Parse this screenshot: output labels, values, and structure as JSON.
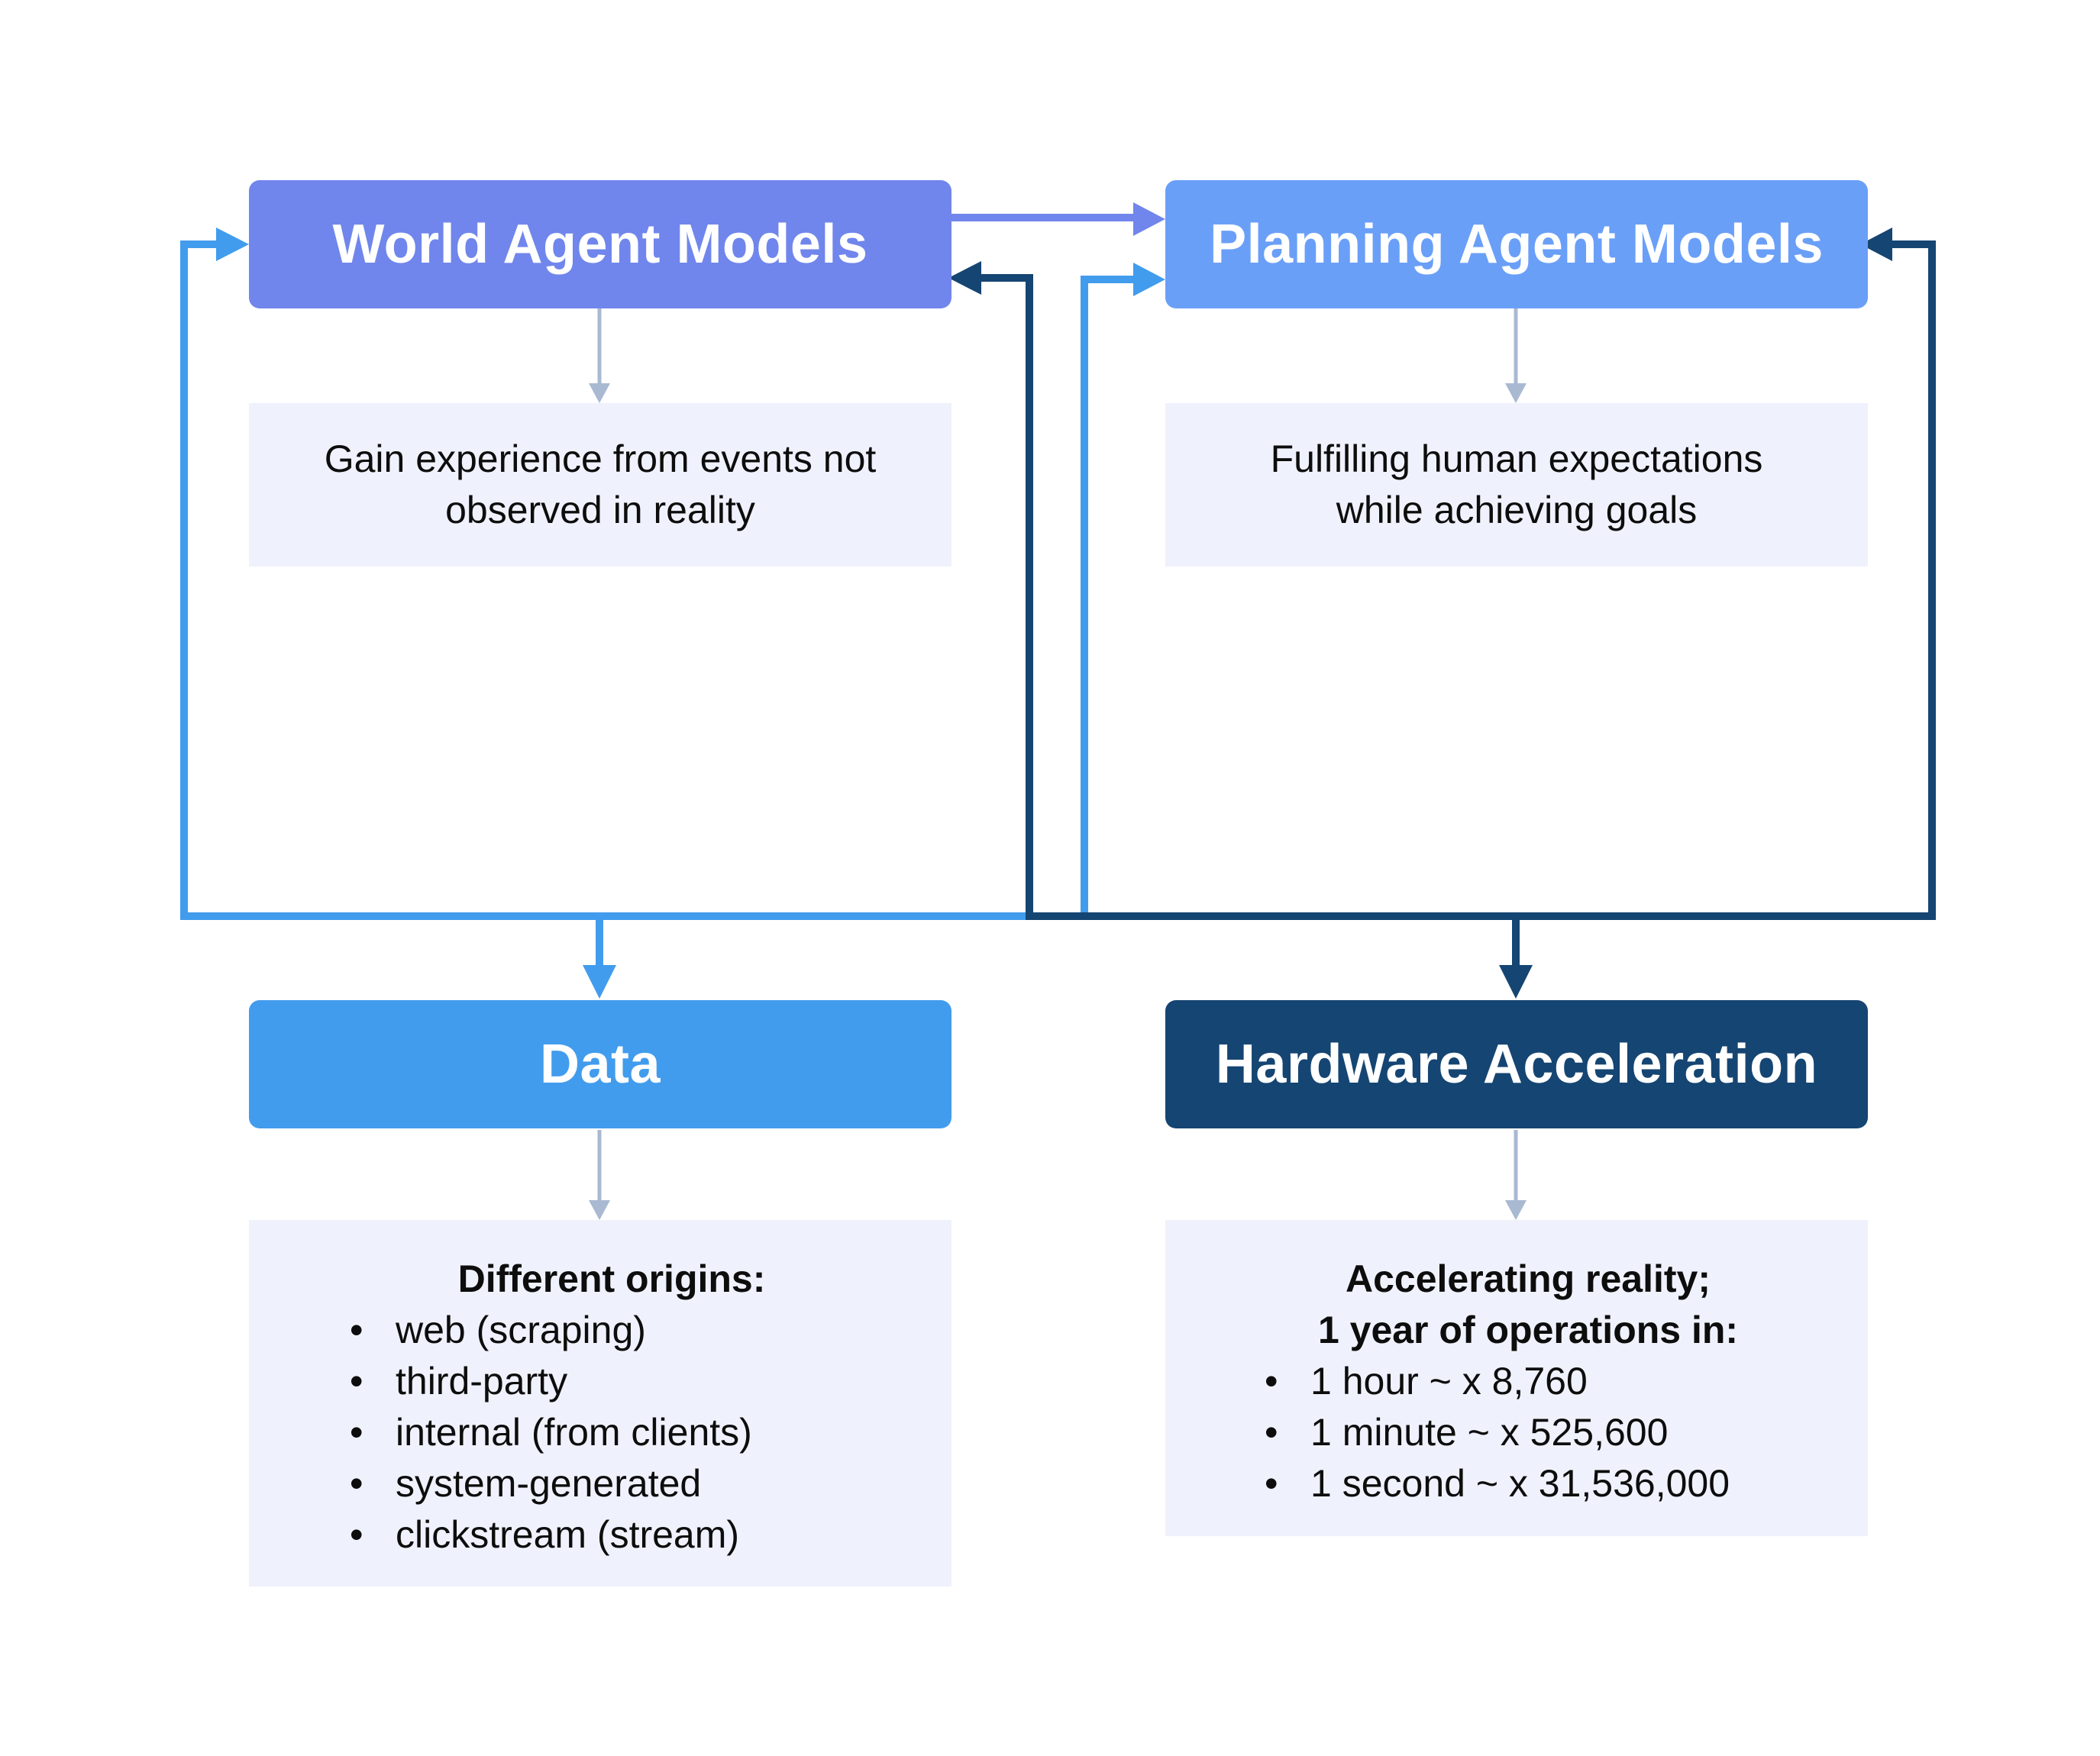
{
  "colors": {
    "world": "#7086ec",
    "planning": "#6a9ff8",
    "data": "#429ced",
    "hardware": "#154572",
    "desc_bg": "#eff2fc",
    "desc_arrow": "#a9b9d2"
  },
  "nodes": {
    "world": {
      "title": "World Agent Models",
      "description": "Gain experience from events not\nobserved in reality"
    },
    "planning": {
      "title": "Planning Agent Models",
      "description": "Fulfilling human expectations\nwhile achieving goals"
    },
    "data": {
      "title": "Data",
      "list_title": "Different origins:",
      "items": [
        "web (scraping)",
        "third-party",
        "internal (from clients)",
        "system-generated",
        "clickstream (stream)"
      ]
    },
    "hardware": {
      "title": "Hardware Acceleration",
      "list_title": "Accelerating reality;\n1 year of operations in:",
      "items": [
        "1 hour ~ x 8,760",
        "1 minute ~ x 525,600",
        "1 second ~ x 31,536,000"
      ]
    }
  }
}
